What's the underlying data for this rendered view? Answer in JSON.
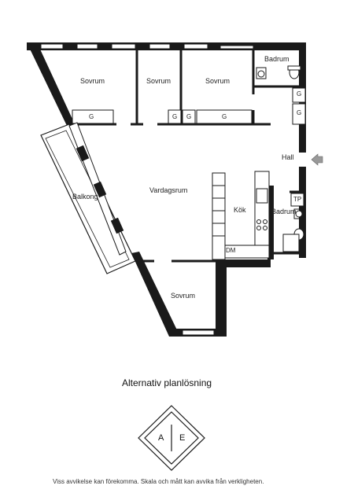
{
  "rooms": {
    "sovrum_1": "Sovrum",
    "sovrum_2": "Sovrum",
    "sovrum_3": "Sovrum",
    "sovrum_4": "Sovrum",
    "badrum_top": "Badrum",
    "badrum_mid": "Badrum",
    "balkong": "Balkong",
    "vardagsrum": "Vardagsrum",
    "kok": "Kök",
    "hall": "Hall"
  },
  "fixtures": {
    "g1": "G",
    "g2": "G",
    "g3": "G",
    "g4": "G",
    "g5": "G",
    "g6": "G",
    "tp": "TP",
    "dm": "DM"
  },
  "title": "Alternativ planlösning",
  "logo": {
    "left": "A",
    "right": "E"
  },
  "disclaimer": "Viss avvikelse kan förekomma. Skala och mått kan avvika från verkligheten."
}
